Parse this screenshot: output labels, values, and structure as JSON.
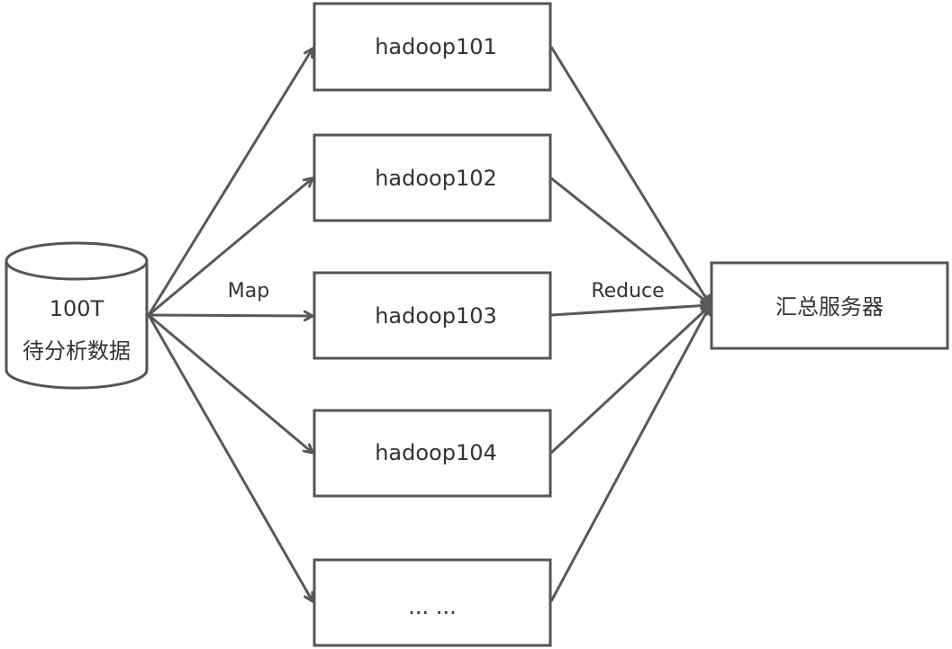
{
  "source": {
    "line1": "100T",
    "line2": "待分析数据"
  },
  "edge_labels": {
    "map": "Map",
    "reduce": "Reduce"
  },
  "nodes": [
    {
      "label": "hadoop101"
    },
    {
      "label": "hadoop102"
    },
    {
      "label": "hadoop103"
    },
    {
      "label": "hadoop104"
    },
    {
      "label": "... ..."
    }
  ],
  "target": {
    "label": "汇总服务器"
  },
  "colors": {
    "stroke": "#555555",
    "text": "#333333",
    "background": "#ffffff"
  }
}
